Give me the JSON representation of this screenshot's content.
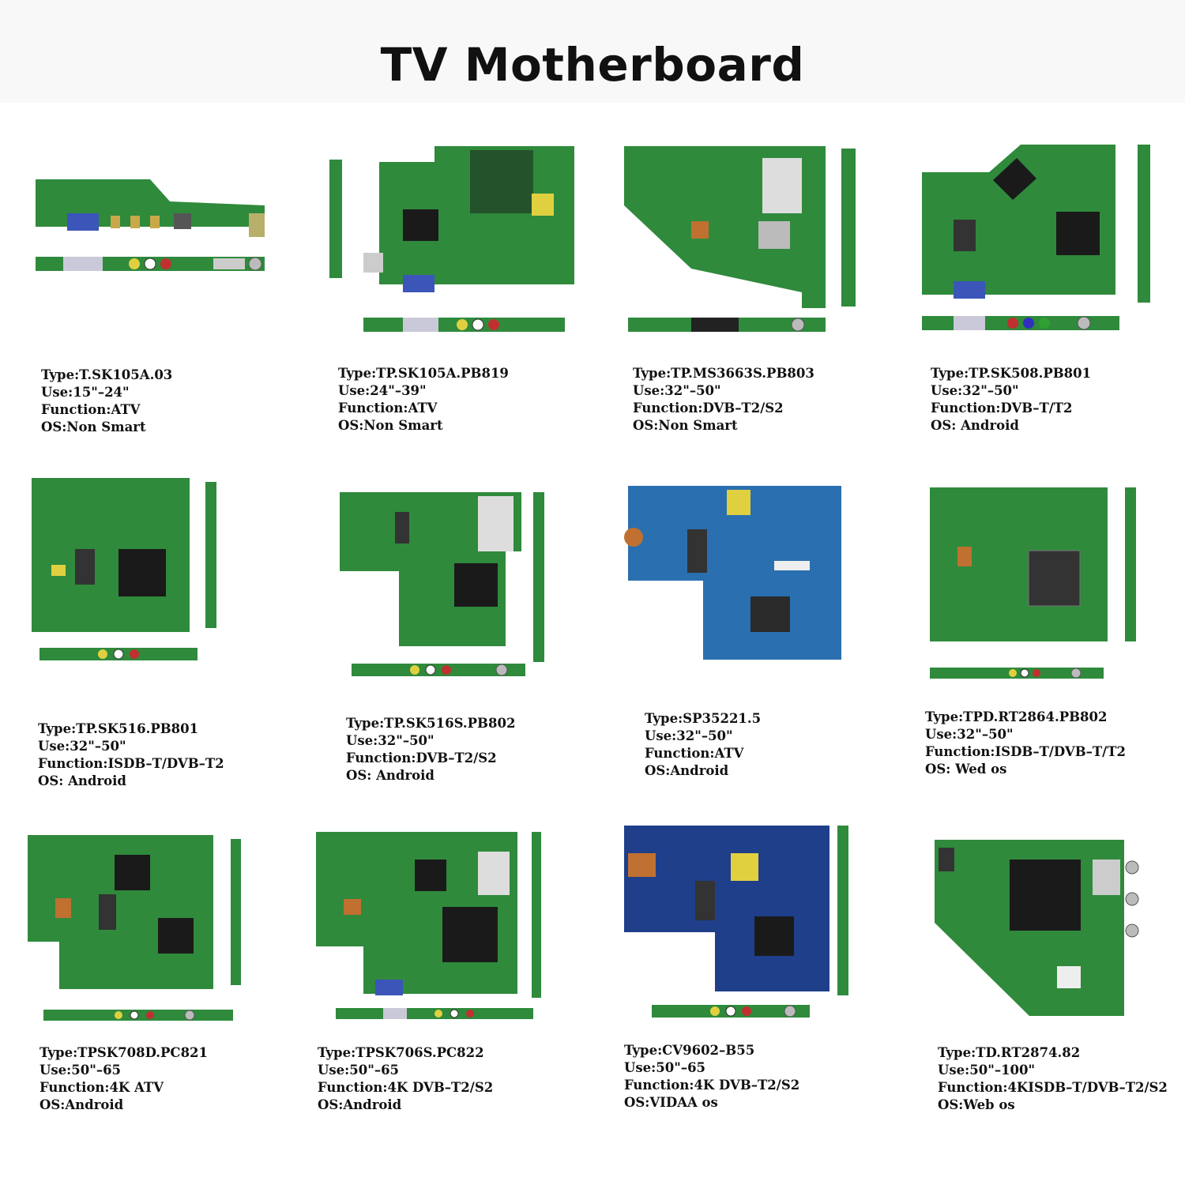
{
  "page": {
    "title": "TV Motherboard"
  },
  "boards": [
    {
      "type": "Type:T.SK105A.03",
      "use": "Use:15\"–24\"",
      "function": "Function:ATV",
      "os": "OS:Non Smart",
      "pcb_color": "#2f8a3c"
    },
    {
      "type": "Type:TP.SK105A.PB819",
      "use": "Use:24\"–39\"",
      "function": "Function:ATV",
      "os": "OS:Non Smart",
      "pcb_color": "#2f8a3c"
    },
    {
      "type": "Type:TP.MS3663S.PB803",
      "use": "Use:32\"–50\"",
      "function": "Function:DVB–T2/S2",
      "os": "OS:Non Smart",
      "pcb_color": "#2f8a3c"
    },
    {
      "type": "Type:TP.SK508.PB801",
      "use": "Use:32\"–50\"",
      "function": "Function:DVB–T/T2",
      "os": "OS: Android",
      "pcb_color": "#2f8a3c"
    },
    {
      "type": "Type:TP.SK516.PB801",
      "use": "Use:32\"–50\"",
      "function": "Function:ISDB–T/DVB–T2",
      "os": "OS: Android",
      "pcb_color": "#2f8a3c"
    },
    {
      "type": "Type:TP.SK516S.PB802",
      "use": "Use:32\"–50\"",
      "function": "Function:DVB–T2/S2",
      "os": "OS: Android",
      "pcb_color": "#2f8a3c"
    },
    {
      "type": "Type:SP35221.5",
      "use": "Use:32\"–50\"",
      "function": "Function:ATV",
      "os": "OS:Android",
      "pcb_color": "#2a6fb0"
    },
    {
      "type": "Type:TPD.RT2864.PB802",
      "use": "Use:32\"–50\"",
      "function": "Function:ISDB–T/DVB–T/T2",
      "os": "OS: Wed os",
      "pcb_color": "#2f8a3c"
    },
    {
      "type": "Type:TPSK708D.PC821",
      "use": "Use:50\"–65",
      "function": "Function:4K ATV",
      "os": "OS:Android",
      "pcb_color": "#2f8a3c"
    },
    {
      "type": "Type:TPSK706S.PC822",
      "use": "Use:50\"–65",
      "function": "Function:4K DVB–T2/S2",
      "os": "OS:Android",
      "pcb_color": "#2f8a3c"
    },
    {
      "type": "Type:CV9602–B55",
      "use": "Use:50\"–65",
      "function": "Function:4K DVB–T2/S2",
      "os": "OS:VIDAA os",
      "pcb_color": "#1f3f8a"
    },
    {
      "type": "Type:TD.RT2874.82",
      "use": "Use:50\"–100\"",
      "function": "Function:4KISDB–T/DVB–T2/S2",
      "os": "OS:Web os",
      "pcb_color": "#2f8a3c"
    }
  ]
}
